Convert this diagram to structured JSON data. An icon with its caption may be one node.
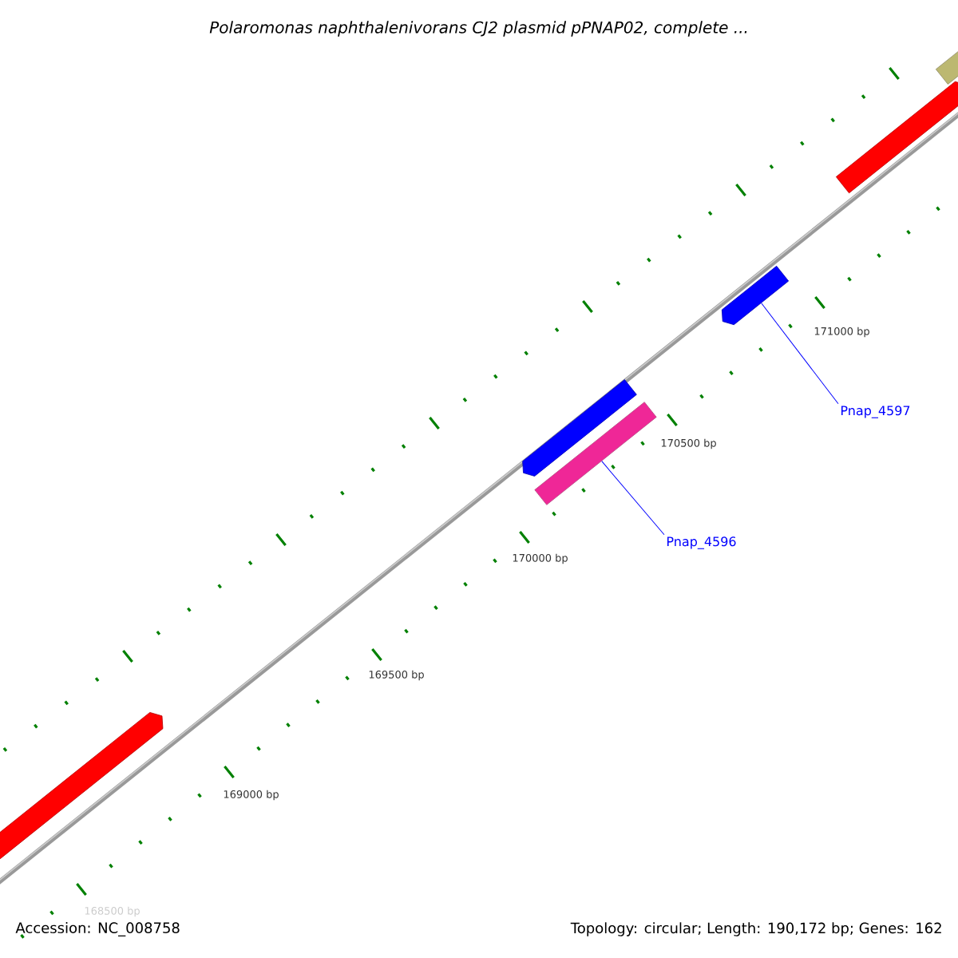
{
  "diagram": {
    "title": "*Polaromonas naphthalenivorans* CJ2 plasmid pPNAP02, complete ...",
    "nodes": [
      {
        "text": [
          "Pnap_4596"
        ]
      },
      {
        "text": [],
        "shape": "bar"
      },
      {
        "text": [
          "Pnap_4597"
        ]
      },
      {
        "text": [],
        "shape": "bar"
      }
    ],
    "edges": [
      {
        "from": 0,
        "to": 1,
        "arrow": "none"
      },
      {
        "from": 2,
        "to": 3,
        "arrow": "none"
      }
    ],
    "labels": [
      "171000 bp",
      "170500 bp",
      "170000 bp",
      "169500 bp",
      "169000 bp",
      "168500 bp",
      "Accession: NC_008758",
      "Topology: circular; Length: 190,172 bp; Genes: 162"
    ]
  }
}
